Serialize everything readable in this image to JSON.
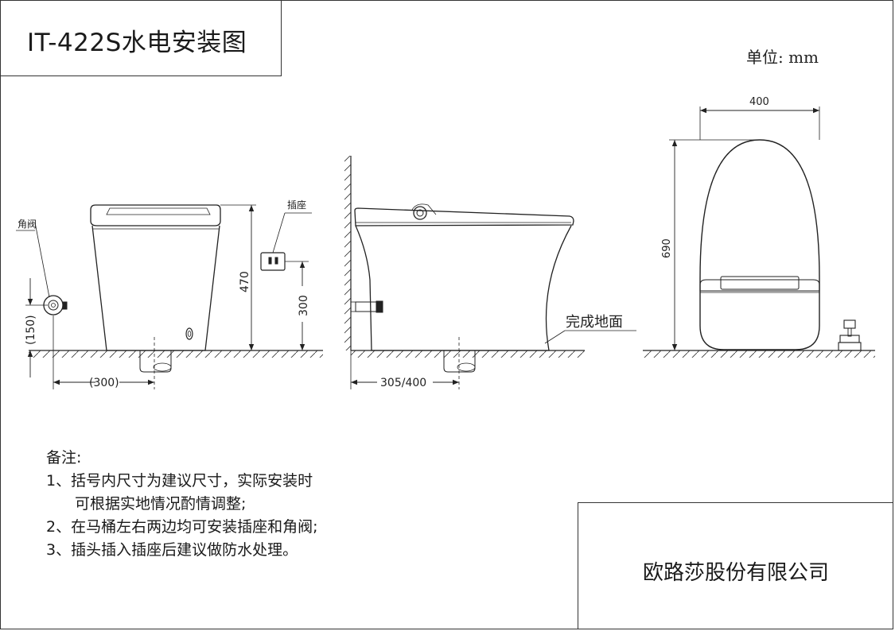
{
  "title": "IT-422S水电安装图",
  "unit_label": "单位: mm",
  "company": "欧路莎股份有限公司",
  "notes": {
    "heading": "备注:",
    "line1": "1、括号内尺寸为建议尺寸，实际安装时",
    "line1b": "可根据实地情况酌情调整;",
    "line2": "2、在马桶左右两边均可安装插座和角阀;",
    "line3": "3、插头插入插座后建议做防水处理。"
  },
  "front_view": {
    "valve_label": "角阀",
    "valve_height": "(150)",
    "valve_offset": "(300)",
    "total_height": "470",
    "socket_label": "插座",
    "socket_height": "300"
  },
  "side_view": {
    "distance": "305/400",
    "floor_label": "完成地面"
  },
  "top_view": {
    "width": "400",
    "length": "690"
  }
}
